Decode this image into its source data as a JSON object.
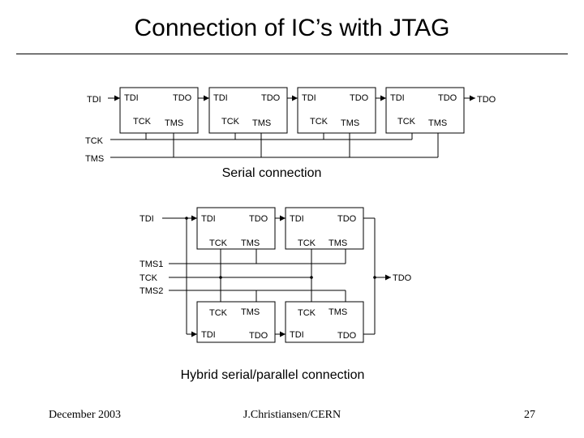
{
  "title": "Connection of IC’s with JTAG",
  "serial": {
    "input_label": "TDI",
    "output_label": "TDO",
    "tck_label": "TCK",
    "tms_label": "TMS",
    "chips": [
      {
        "tdi": "TDI",
        "tdo": "TDO",
        "tck": "TCK",
        "tms": "TMS"
      },
      {
        "tdi": "TDI",
        "tdo": "TDO",
        "tck": "TCK",
        "tms": "TMS"
      },
      {
        "tdi": "TDI",
        "tdo": "TDO",
        "tck": "TCK",
        "tms": "TMS"
      },
      {
        "tdi": "TDI",
        "tdo": "TDO",
        "tck": "TCK",
        "tms": "TMS"
      }
    ],
    "caption": "Serial connection"
  },
  "hybrid": {
    "input_label": "TDI",
    "output_label": "TDO",
    "tms1_label": "TMS1",
    "tck_label": "TCK",
    "tms2_label": "TMS2",
    "chips": [
      {
        "tdi": "TDI",
        "tdo": "TDO",
        "tck": "TCK",
        "tms": "TMS"
      },
      {
        "tdi": "TDI",
        "tdo": "TDO",
        "tck": "TCK",
        "tms": "TMS"
      },
      {
        "tdi": "TDI",
        "tdo": "TDO",
        "tck": "TCK",
        "tms": "TMS"
      },
      {
        "tdi": "TDI",
        "tdo": "TDO",
        "tck": "TCK",
        "tms": "TMS"
      }
    ],
    "caption": "Hybrid serial/parallel connection"
  },
  "footer": {
    "date": "December 2003",
    "author": "J.Christiansen/CERN",
    "page": "27"
  }
}
